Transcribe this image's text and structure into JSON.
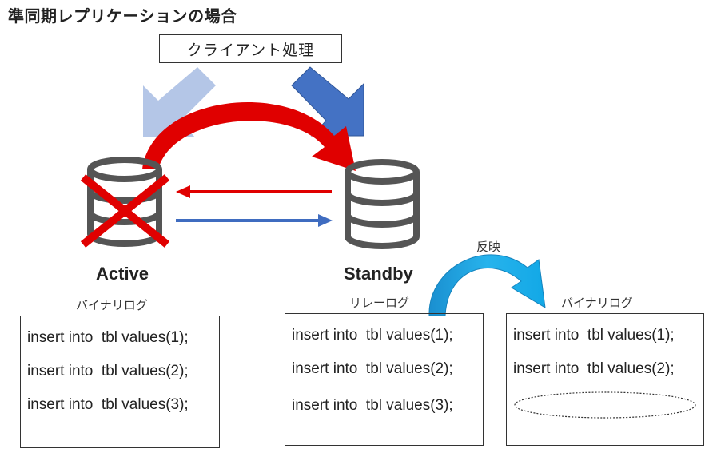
{
  "title": "準同期レプリケーションの場合",
  "client_label": "クライアント処理",
  "active": {
    "label": "Active",
    "log_label": "バイナリログ",
    "lines": [
      "insert into  tbl values(1);",
      "insert into  tbl values(2);",
      "insert into  tbl values(3);"
    ]
  },
  "standby": {
    "label": "Standby",
    "relay_label": "リレーログ",
    "relay_lines": [
      "insert into  tbl values(1);",
      "insert into  tbl values(2);",
      "insert into  tbl values(3);"
    ],
    "binlog_label": "バイナリログ",
    "binlog_lines": [
      "insert into  tbl values(1);",
      "insert into  tbl values(2);"
    ]
  },
  "reflect_label": "反映",
  "colors": {
    "red": "#e00000",
    "blue_arrow": "#3f6cc0",
    "light_blue_arrow": "#b4c6e7",
    "cyan_arrow": "#1ea1de",
    "db_gray": "#555555"
  }
}
